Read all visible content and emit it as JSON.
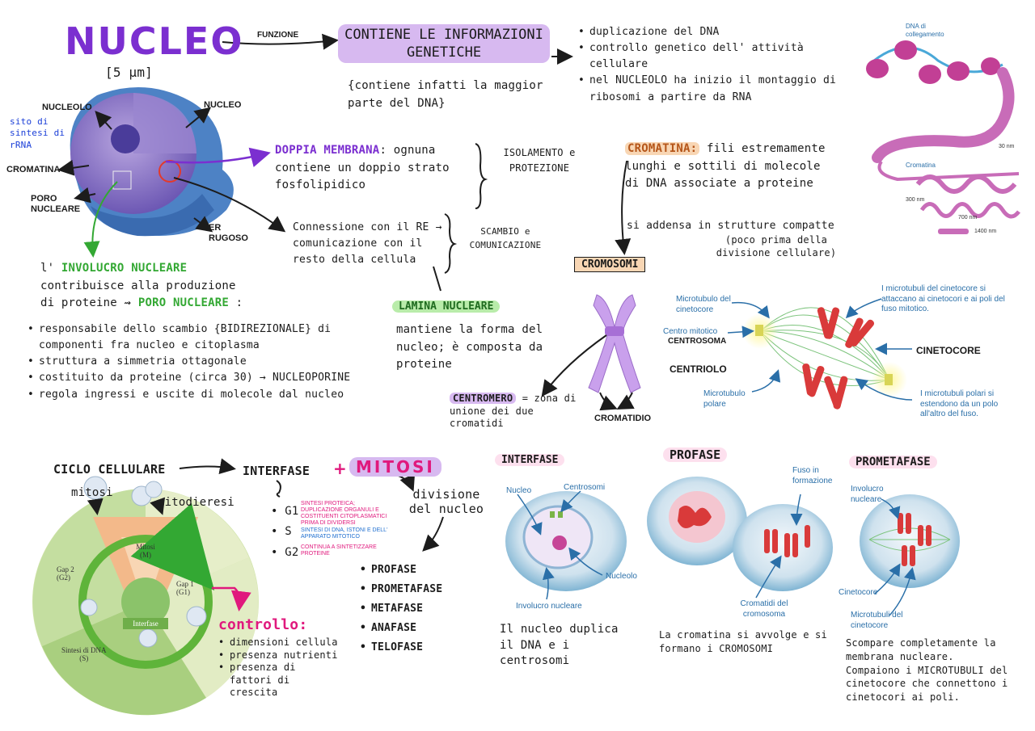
{
  "colors": {
    "purple": "#7b2fd0",
    "lavender": "#d7b9f0",
    "green": "#33a833",
    "lightgreen": "#b9ecaa",
    "pink": "#e0197d",
    "orange": "#f2a65a",
    "peach": "#f8d6b4",
    "blue": "#2a6fa8",
    "red": "#e23a2c"
  },
  "title": {
    "main": "NUCLEO",
    "size": "[5 μm]"
  },
  "funzione": {
    "arrow_label": "FUNZIONE",
    "box": "CONTIENE LE INFORMAZIONI GENETICHE",
    "note": "{contiene infatti la maggior parte del DNA}"
  },
  "functions": [
    "duplicazione del DNA",
    "controllo genetico dell' attività cellulare",
    "nel NUCLEOLO ha inizio il montaggio di ribosomi a partire da RNA"
  ],
  "nucleus_labels": {
    "nucleolo": "NUCLEOLO",
    "sito": "sito di sintesi di rRNA",
    "nucleo": "NUCLEO",
    "cromatina": "CROMATINA",
    "poro": "PORO NUCLEARE",
    "er": "ER RUGOSO"
  },
  "membrana": {
    "title": "DOPPIA MEMBRANA",
    "text": ": ognuna contiene un doppio strato fosfolipidico",
    "side": "ISOLAMENTO e PROTEZIONE"
  },
  "connessione": {
    "text": "Connessione con il RE → comunicazione con il resto della cellula",
    "side": "SCAMBIO e COMUNICAZIONE"
  },
  "lamina": {
    "title": "LAMINA NUCLEARE",
    "text": "mantiene la forma del nucleo; è composta da proteine"
  },
  "involucro": {
    "intro": "l'",
    "title": "INVOLUCRO NUCLEARE",
    "text1": "contribuisce alla produzione",
    "text2": "di proteine ⇝",
    "poro": "PORO NUCLEARE",
    "items": [
      "responsabile dello scambio {BIDIREZIONALE} di componenti fra nucleo e citoplasma",
      "struttura a simmetria ottagonale",
      "costituito da proteine (circa 30) → NUCLEOPORINE",
      "regola ingressi e uscite di molecole dal nucleo"
    ]
  },
  "cromatina": {
    "title": "CROMATINA:",
    "text": "fili estremamente lunghi e sottili di molecole di DNA associate a proteine",
    "addensa": "si addensa in strutture compatte",
    "note": "(poco prima della divisione cellulare)"
  },
  "dna_diagram": {
    "label_dna": "DNA di collegamento",
    "label_crom": "Cromatina",
    "scale1": "30 nm",
    "scale2": "300 nm",
    "scale3": "700 nm",
    "scale4": "1400 nm"
  },
  "cromosomi": {
    "title": "CROMOSOMI",
    "centromero": "CENTROMERO",
    "cen_text": "= zona di unione dei due cromatidi",
    "cromatidio": "CROMATIDIO"
  },
  "fuso": {
    "l1": "Microtubulo del cinetocore",
    "l2": "Centro mitotico",
    "l3": "CENTROSOMA",
    "l4": "CENTRIOLO",
    "l5": "Microtubulo polare",
    "r1": "I microtubuli del cinetocore si attaccano ai cinetocori e ai poli del fuso mitotico.",
    "r2": "CINETOCORE",
    "r3": "I microtubuli polari si estendono da un polo all'altro del fuso."
  },
  "ciclo": {
    "title": "CICLO CELLULARE",
    "interfase": "INTERFASE",
    "mitosi": "MITOSI",
    "divisione": "divisione del nucleo",
    "g1": "G1",
    "g1t": "SINTESI PROTEICA; DUPLICAZIONE ORGANULI E COSTITUENTI CITOPLASMATICI PRIMA DI DIVIDERSI",
    "s": "S",
    "st": "SINTESI DI DNA, ISTONI E DELL' APPARATO MITOTICO",
    "g2": "G2",
    "g2t": "CONTINUA A SINTETIZZARE PROTEINE",
    "phases": [
      "PROFASE",
      "PROMETAFASE",
      "METAFASE",
      "ANAFASE",
      "TELOFASE"
    ]
  },
  "cycle_diagram": {
    "mitosi_lbl": "mitosi",
    "cito": "citodieresi",
    "mitosi_box": "Mitosi",
    "m": "(M)",
    "gap2": "Gap 2",
    "g2": "(G2)",
    "gap1": "Gap 1",
    "g1": "(G1)",
    "inter": "Interfase",
    "sintesi": "Sintesi di DNA",
    "s": "(S)"
  },
  "controllo": {
    "title": "controllo:",
    "items": [
      "dimensioni cellula",
      "presenza nutrienti",
      "presenza di fattori di crescita"
    ]
  },
  "interfase_panel": {
    "title": "INTERFASE",
    "nucleo": "Nucleo",
    "centrosomi": "Centrosomi",
    "nucleolo": "Nucleolo",
    "involucro": "Involucro nucleare",
    "caption": "Il nucleo duplica il DNA e i centrosomi"
  },
  "profase_panel": {
    "title": "PROFASE",
    "fuso": "Fuso in formazione",
    "cromatidi": "Cromatidi del cromosoma",
    "caption": "La cromatina si avvolge e si formano i CROMOSOMI"
  },
  "prometafase_panel": {
    "title": "PROMETAFASE",
    "involucro": "Involucro nucleare",
    "cinetocore": "Cinetocore",
    "micro": "Microtubuli del cinetocore",
    "caption": "Scompare completamente la membrana nucleare. Compaiono i MICROTUBULI del cinetocore che connettono i cinetocori ai poli."
  }
}
